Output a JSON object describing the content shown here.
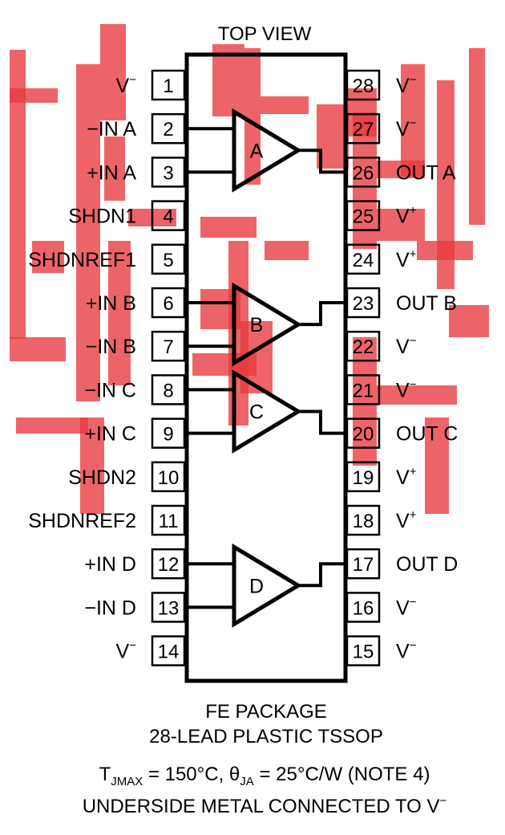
{
  "title": "TOP VIEW",
  "left_pins": [
    {
      "num": "1",
      "label": "V",
      "sup": "−"
    },
    {
      "num": "2",
      "label": "−IN A",
      "sup": ""
    },
    {
      "num": "3",
      "label": "+IN A",
      "sup": ""
    },
    {
      "num": "4",
      "label": "SHDN1",
      "sup": ""
    },
    {
      "num": "5",
      "label": "SHDNREF1",
      "sup": ""
    },
    {
      "num": "6",
      "label": "+IN B",
      "sup": ""
    },
    {
      "num": "7",
      "label": "−IN B",
      "sup": ""
    },
    {
      "num": "8",
      "label": "−IN C",
      "sup": ""
    },
    {
      "num": "9",
      "label": "+IN C",
      "sup": ""
    },
    {
      "num": "10",
      "label": "SHDN2",
      "sup": ""
    },
    {
      "num": "11",
      "label": "SHDNREF2",
      "sup": ""
    },
    {
      "num": "12",
      "label": "+IN D",
      "sup": ""
    },
    {
      "num": "13",
      "label": "−IN D",
      "sup": ""
    },
    {
      "num": "14",
      "label": "V",
      "sup": "−"
    }
  ],
  "right_pins": [
    {
      "num": "28",
      "label": "V",
      "sup": "−"
    },
    {
      "num": "27",
      "label": "V",
      "sup": "−"
    },
    {
      "num": "26",
      "label": "OUT A",
      "sup": ""
    },
    {
      "num": "25",
      "label": "V",
      "sup": "+"
    },
    {
      "num": "24",
      "label": "V",
      "sup": "+"
    },
    {
      "num": "23",
      "label": "OUT B",
      "sup": ""
    },
    {
      "num": "22",
      "label": "V",
      "sup": "−"
    },
    {
      "num": "21",
      "label": "V",
      "sup": "−"
    },
    {
      "num": "20",
      "label": "OUT C",
      "sup": ""
    },
    {
      "num": "19",
      "label": "V",
      "sup": "+"
    },
    {
      "num": "18",
      "label": "V",
      "sup": "+"
    },
    {
      "num": "17",
      "label": "OUT D",
      "sup": ""
    },
    {
      "num": "16",
      "label": "V",
      "sup": "−"
    },
    {
      "num": "15",
      "label": "V",
      "sup": "−"
    }
  ],
  "amplifiers": [
    {
      "label": "A",
      "inputs": [
        2,
        3
      ],
      "output": 26
    },
    {
      "label": "B",
      "inputs": [
        6,
        7
      ],
      "output": 23
    },
    {
      "label": "C",
      "inputs": [
        8,
        9
      ],
      "output": 20
    },
    {
      "label": "D",
      "inputs": [
        12,
        13
      ],
      "output": 17
    }
  ],
  "package_line1": "FE PACKAGE",
  "package_line2": "28-LEAD PLASTIC TSSOP",
  "thermal": {
    "t": "T",
    "t_sub": "JMAX",
    "t_value": " = 150°C, ",
    "theta": "θ",
    "theta_sub": "JA",
    "theta_value": " = 25°C/W (NOTE 4)"
  },
  "underside": {
    "text": "UNDERSIDE METAL CONNECTED TO V",
    "sup": "−"
  },
  "colors": {
    "line": "#000000",
    "watermark": "#e8383d"
  }
}
